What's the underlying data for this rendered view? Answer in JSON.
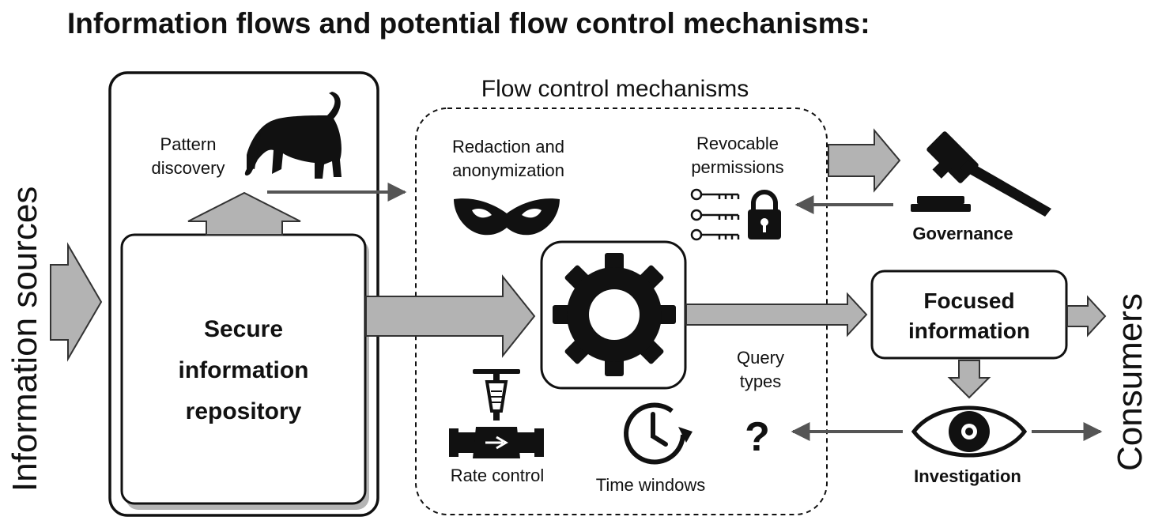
{
  "title": "Information flows and potential flow control mechanisms:",
  "left_label": "Information sources",
  "right_label": "Consumers",
  "pattern_discovery": [
    "Pattern",
    "discovery"
  ],
  "repository": [
    "Secure",
    "information",
    "repository"
  ],
  "flow_control_title": "Flow control mechanisms",
  "redaction": [
    "Redaction and",
    "anonymization"
  ],
  "revocable": [
    "Revocable",
    "permissions"
  ],
  "governance": "Governance",
  "focused": [
    "Focused",
    "information"
  ],
  "query": [
    "Query",
    "types"
  ],
  "rate_control": "Rate control",
  "time_windows": "Time windows",
  "investigation": "Investigation",
  "icons": {
    "dog": "dog-icon",
    "mask": "mask-icon",
    "keys": "keys-icon",
    "lock": "padlock-icon",
    "gavel": "gavel-icon",
    "gear": "gear-icon",
    "valve": "valve-icon",
    "clock": "clock-icon",
    "question": "question-mark-icon",
    "eye": "eye-icon"
  },
  "colors": {
    "arrow_fill": "#b3b3b3",
    "arrow_stroke": "#333333",
    "ink": "#111111",
    "thin_arrow": "#555555"
  }
}
